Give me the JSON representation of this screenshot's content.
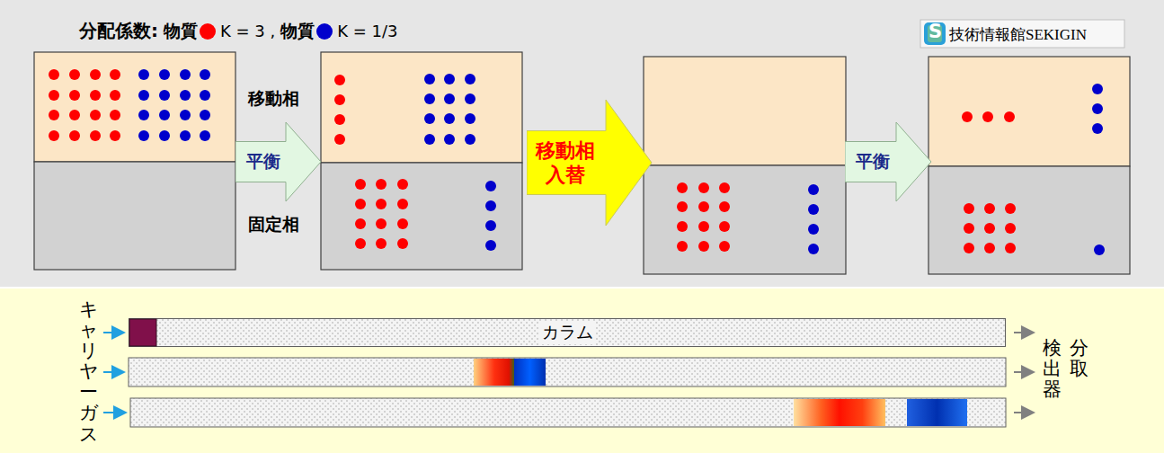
{
  "diagram": {
    "title": "分配係数:",
    "nodes": [
      {
        "text": [
          "平衡"
        ]
      },
      {
        "text": [
          "移動相 入替"
        ]
      },
      {
        "text": [
          "平衡"
        ]
      },
      {
        "text": [
          "カラム"
        ]
      }
    ],
    "labels": [
      "K = 3 ,",
      "K = 1/3",
      "S",
      "技術情報館SEKIGIN",
      "移動相",
      "固定相",
      "キャリヤーガス",
      "検出器",
      "分取"
    ],
    "legend": [
      {
        "text": "物質",
        "color": "#ff0000"
      },
      {
        "text": "物質",
        "color": "#0000cc"
      }
    ]
  }
}
